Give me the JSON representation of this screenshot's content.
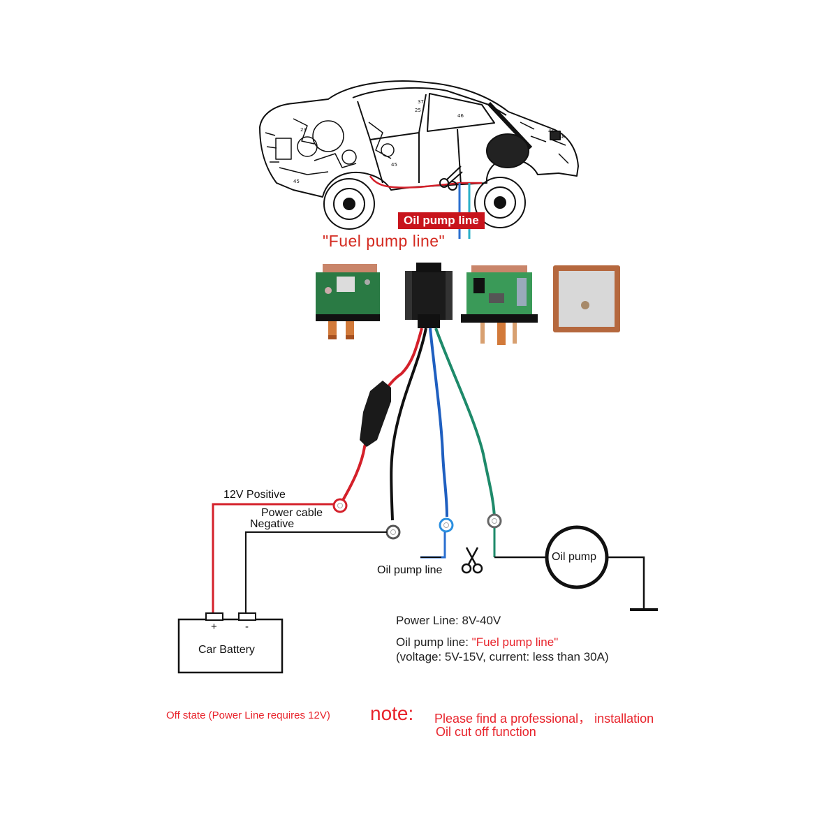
{
  "car": {
    "oil_pump_banner": "Oil pump line",
    "fuel_pump_caption": "\"Fuel pump line\""
  },
  "wiring": {
    "positive_label": "12V Positive",
    "power_cable_label": "Power cable",
    "negative_label": "Negative",
    "oil_pump_line_label": "Oil pump line",
    "oil_pump_label": "Oil pump",
    "battery_label": "Car Battery",
    "plus_sign": "+",
    "minus_sign": "-",
    "wire_colors": {
      "red": "#d4202a",
      "black": "#111111",
      "blue": "#1f5fc0",
      "green": "#1e8a6a"
    }
  },
  "specs": {
    "power_line": "Power Line: 8V-40V",
    "oil_line_prefix": "Oil pump line: ",
    "oil_line_highlight": "\"Fuel pump line\"",
    "voltage_current": "(voltage: 5V-15V, current: less than 30A)"
  },
  "footer": {
    "off_state": "Off state (Power Line requires 12V)",
    "note_label": "note:",
    "note_line1": "Please find a professional， installation",
    "note_line2": "Oil cut off function"
  }
}
